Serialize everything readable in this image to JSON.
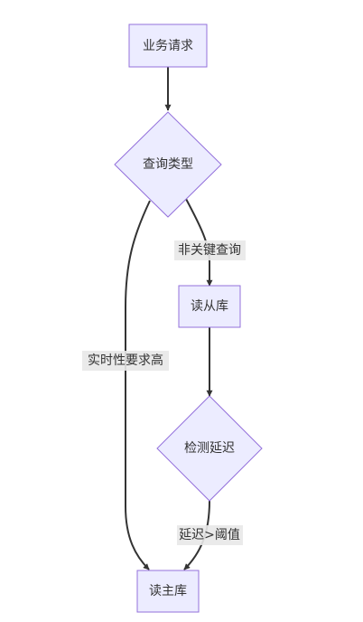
{
  "nodes": {
    "request": "业务请求",
    "query_type": "查询类型",
    "read_replica": "读从库",
    "check_delay": "检测延迟",
    "read_primary": "读主库"
  },
  "edges": {
    "non_critical": "非关键查询",
    "realtime": "实时性要求高",
    "delay_over": "延迟>阈值"
  },
  "colors": {
    "node_fill": "#ECECFF",
    "node_stroke": "#9370DB",
    "edge": "#333333",
    "label_bg": "#e8e8e8"
  }
}
